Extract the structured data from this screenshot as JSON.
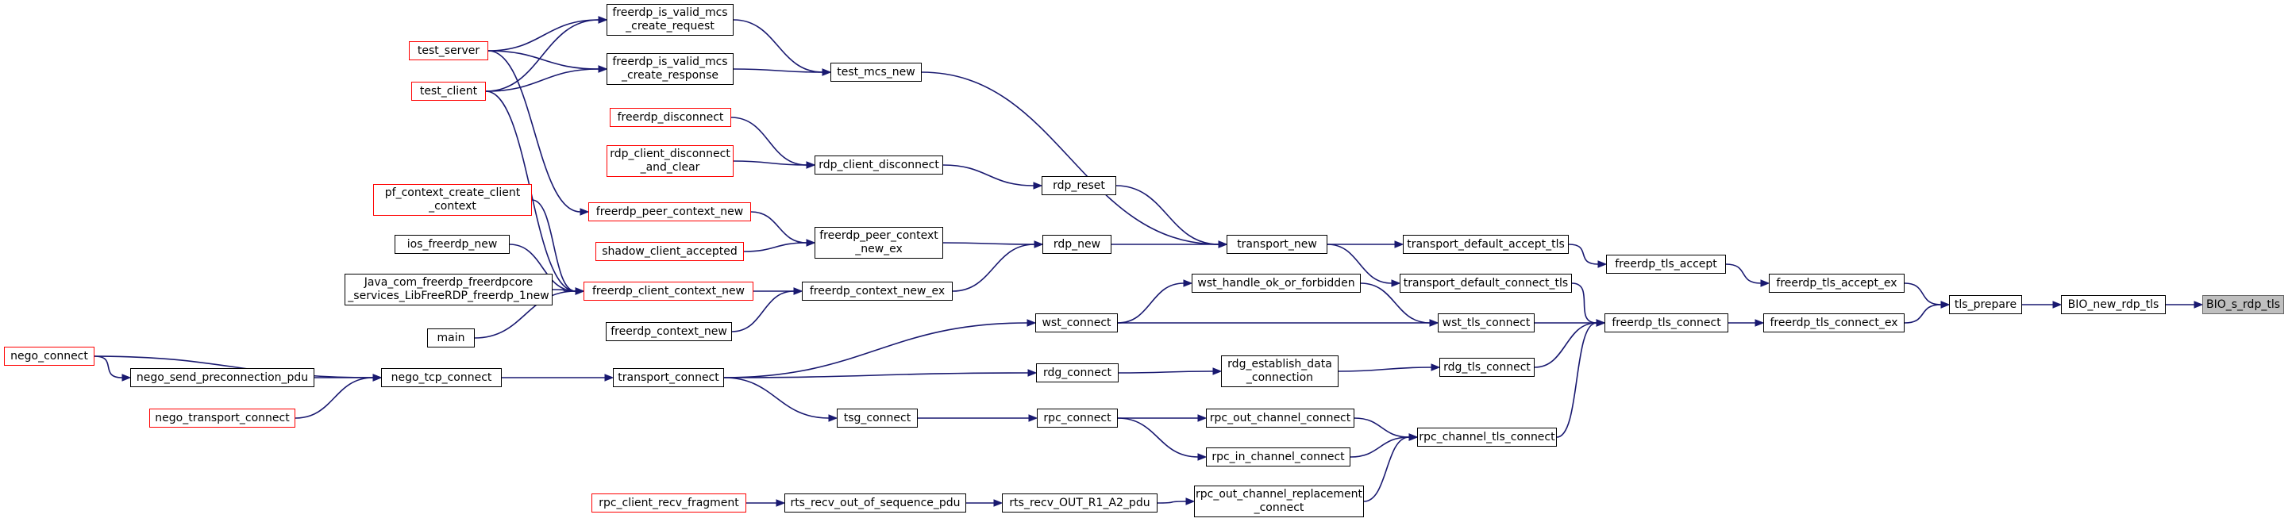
{
  "colors": {
    "edge": "#191970",
    "node_border": "#000000",
    "truncated_border": "#ff0000",
    "root_fill": "#bfbfbf",
    "root_border": "#666666"
  },
  "nodes": {
    "bio_s_rdp_tls": {
      "label": "BIO_s_rdp_tls",
      "style": "root"
    },
    "bio_new_rdp_tls": {
      "label": "BIO_new_rdp_tls",
      "style": "normal"
    },
    "tls_prepare": {
      "label": "tls_prepare",
      "style": "normal"
    },
    "freerdp_tls_accept_ex": {
      "label": "freerdp_tls_accept_ex",
      "style": "normal"
    },
    "freerdp_tls_connect_ex": {
      "label": "freerdp_tls_connect_ex",
      "style": "normal"
    },
    "freerdp_tls_accept": {
      "label": "freerdp_tls_accept",
      "style": "normal"
    },
    "freerdp_tls_connect": {
      "label": "freerdp_tls_connect",
      "style": "normal"
    },
    "transport_default_accept_tls": {
      "label": "transport_default_accept_tls",
      "style": "normal"
    },
    "transport_default_connect_tls": {
      "label": "transport_default_connect_tls",
      "style": "normal"
    },
    "wst_tls_connect": {
      "label": "wst_tls_connect",
      "style": "normal"
    },
    "rdg_tls_connect": {
      "label": "rdg_tls_connect",
      "style": "normal"
    },
    "rpc_channel_tls_connect": {
      "label": "rpc_channel_tls_connect",
      "style": "normal"
    },
    "transport_new": {
      "label": "transport_new",
      "style": "normal"
    },
    "wst_handle_ok_or_forbidden": {
      "label": "wst_handle_ok_or_forbidden",
      "style": "normal"
    },
    "rdg_establish_data_connection": {
      "label": "rdg_establish_data\n_connection",
      "style": "normal"
    },
    "rpc_out_channel_connect": {
      "label": "rpc_out_channel_connect",
      "style": "normal"
    },
    "rpc_in_channel_connect": {
      "label": "rpc_in_channel_connect",
      "style": "normal"
    },
    "rpc_out_channel_replacement_connect": {
      "label": "rpc_out_channel_replacement\n_connect",
      "style": "normal"
    },
    "test_mcs_new": {
      "label": "test_mcs_new",
      "style": "normal"
    },
    "rdp_reset": {
      "label": "rdp_reset",
      "style": "normal"
    },
    "rdp_new": {
      "label": "rdp_new",
      "style": "normal"
    },
    "wst_connect": {
      "label": "wst_connect",
      "style": "normal"
    },
    "rdg_connect": {
      "label": "rdg_connect",
      "style": "normal"
    },
    "rpc_connect": {
      "label": "rpc_connect",
      "style": "normal"
    },
    "rts_recv_out_r1_a2_pdu": {
      "label": "rts_recv_OUT_R1_A2_pdu",
      "style": "normal"
    },
    "freerdp_is_valid_mcs_create_request": {
      "label": "freerdp_is_valid_mcs\n_create_request",
      "style": "normal"
    },
    "freerdp_is_valid_mcs_create_response": {
      "label": "freerdp_is_valid_mcs\n_create_response",
      "style": "normal"
    },
    "rdp_client_disconnect": {
      "label": "rdp_client_disconnect",
      "style": "normal"
    },
    "freerdp_peer_context_new_ex": {
      "label": "freerdp_peer_context\n_new_ex",
      "style": "normal"
    },
    "freerdp_context_new_ex": {
      "label": "freerdp_context_new_ex",
      "style": "normal"
    },
    "transport_connect": {
      "label": "transport_connect",
      "style": "normal"
    },
    "tsg_connect": {
      "label": "tsg_connect",
      "style": "normal"
    },
    "rts_recv_out_of_sequence_pdu": {
      "label": "rts_recv_out_of_sequence_pdu",
      "style": "normal"
    },
    "test_server": {
      "label": "test_server",
      "style": "truncated"
    },
    "test_client": {
      "label": "test_client",
      "style": "truncated"
    },
    "freerdp_disconnect": {
      "label": "freerdp_disconnect",
      "style": "truncated"
    },
    "rdp_client_disconnect_and_clear": {
      "label": "rdp_client_disconnect\n_and_clear",
      "style": "truncated"
    },
    "freerdp_peer_context_new": {
      "label": "freerdp_peer_context_new",
      "style": "truncated"
    },
    "shadow_client_accepted": {
      "label": "shadow_client_accepted",
      "style": "truncated"
    },
    "freerdp_client_context_new": {
      "label": "freerdp_client_context_new",
      "style": "truncated"
    },
    "freerdp_context_new": {
      "label": "freerdp_context_new",
      "style": "normal"
    },
    "nego_tcp_connect": {
      "label": "nego_tcp_connect",
      "style": "normal"
    },
    "rpc_client_recv_fragment": {
      "label": "rpc_client_recv_fragment",
      "style": "truncated"
    },
    "pf_context_create_client_context": {
      "label": "pf_context_create_client\n_context",
      "style": "truncated"
    },
    "ios_freerdp_new": {
      "label": "ios_freerdp_new",
      "style": "normal"
    },
    "java_com_freerdp_new": {
      "label": "Java_com_freerdp_freerdpcore\n_services_LibFreeRDP_freerdp_1new",
      "style": "normal"
    },
    "main": {
      "label": "main",
      "style": "normal"
    },
    "nego_connect": {
      "label": "nego_connect",
      "style": "truncated"
    },
    "nego_send_preconnection_pdu": {
      "label": "nego_send_preconnection_pdu",
      "style": "normal"
    },
    "nego_transport_connect": {
      "label": "nego_transport_connect",
      "style": "truncated"
    }
  },
  "edges": [
    [
      "bio_new_rdp_tls",
      "bio_s_rdp_tls"
    ],
    [
      "tls_prepare",
      "bio_new_rdp_tls"
    ],
    [
      "freerdp_tls_accept_ex",
      "tls_prepare"
    ],
    [
      "freerdp_tls_connect_ex",
      "tls_prepare"
    ],
    [
      "freerdp_tls_accept",
      "freerdp_tls_accept_ex"
    ],
    [
      "freerdp_tls_connect",
      "freerdp_tls_connect_ex"
    ],
    [
      "transport_default_accept_tls",
      "freerdp_tls_accept"
    ],
    [
      "transport_default_connect_tls",
      "freerdp_tls_connect"
    ],
    [
      "wst_tls_connect",
      "freerdp_tls_connect"
    ],
    [
      "rdg_tls_connect",
      "freerdp_tls_connect"
    ],
    [
      "rpc_channel_tls_connect",
      "freerdp_tls_connect"
    ],
    [
      "transport_new",
      "transport_default_accept_tls"
    ],
    [
      "transport_new",
      "transport_default_connect_tls"
    ],
    [
      "wst_handle_ok_or_forbidden",
      "wst_tls_connect"
    ],
    [
      "wst_connect",
      "wst_tls_connect"
    ],
    [
      "rdg_establish_data_connection",
      "rdg_tls_connect"
    ],
    [
      "rpc_out_channel_connect",
      "rpc_channel_tls_connect"
    ],
    [
      "rpc_in_channel_connect",
      "rpc_channel_tls_connect"
    ],
    [
      "rpc_out_channel_replacement_connect",
      "rpc_channel_tls_connect"
    ],
    [
      "test_mcs_new",
      "transport_new"
    ],
    [
      "rdp_reset",
      "transport_new"
    ],
    [
      "rdp_new",
      "transport_new"
    ],
    [
      "wst_connect",
      "wst_handle_ok_or_forbidden"
    ],
    [
      "rdg_connect",
      "rdg_establish_data_connection"
    ],
    [
      "rpc_connect",
      "rpc_out_channel_connect"
    ],
    [
      "rpc_connect",
      "rpc_in_channel_connect"
    ],
    [
      "rts_recv_out_r1_a2_pdu",
      "rpc_out_channel_replacement_connect"
    ],
    [
      "freerdp_is_valid_mcs_create_request",
      "test_mcs_new"
    ],
    [
      "freerdp_is_valid_mcs_create_response",
      "test_mcs_new"
    ],
    [
      "rdp_client_disconnect",
      "rdp_reset"
    ],
    [
      "freerdp_peer_context_new_ex",
      "rdp_new"
    ],
    [
      "freerdp_context_new_ex",
      "rdp_new"
    ],
    [
      "transport_connect",
      "wst_connect"
    ],
    [
      "transport_connect",
      "rdg_connect"
    ],
    [
      "tsg_connect",
      "rpc_connect"
    ],
    [
      "rts_recv_out_of_sequence_pdu",
      "rts_recv_out_r1_a2_pdu"
    ],
    [
      "test_server",
      "freerdp_is_valid_mcs_create_request"
    ],
    [
      "test_client",
      "freerdp_is_valid_mcs_create_request"
    ],
    [
      "test_server",
      "freerdp_is_valid_mcs_create_response"
    ],
    [
      "test_client",
      "freerdp_is_valid_mcs_create_response"
    ],
    [
      "freerdp_disconnect",
      "rdp_client_disconnect"
    ],
    [
      "rdp_client_disconnect_and_clear",
      "rdp_client_disconnect"
    ],
    [
      "freerdp_peer_context_new",
      "freerdp_peer_context_new_ex"
    ],
    [
      "shadow_client_accepted",
      "freerdp_peer_context_new_ex"
    ],
    [
      "freerdp_client_context_new",
      "freerdp_context_new_ex"
    ],
    [
      "freerdp_context_new",
      "freerdp_context_new_ex"
    ],
    [
      "nego_tcp_connect",
      "transport_connect"
    ],
    [
      "transport_connect",
      "tsg_connect"
    ],
    [
      "rpc_client_recv_fragment",
      "rts_recv_out_of_sequence_pdu"
    ],
    [
      "test_server",
      "freerdp_peer_context_new"
    ],
    [
      "test_client",
      "freerdp_client_context_new"
    ],
    [
      "pf_context_create_client_context",
      "freerdp_client_context_new"
    ],
    [
      "ios_freerdp_new",
      "freerdp_client_context_new"
    ],
    [
      "java_com_freerdp_new",
      "freerdp_client_context_new"
    ],
    [
      "main",
      "freerdp_client_context_new"
    ],
    [
      "nego_connect",
      "nego_tcp_connect"
    ],
    [
      "nego_connect",
      "nego_send_preconnection_pdu"
    ],
    [
      "nego_send_preconnection_pdu",
      "nego_tcp_connect"
    ],
    [
      "nego_transport_connect",
      "nego_tcp_connect"
    ]
  ]
}
